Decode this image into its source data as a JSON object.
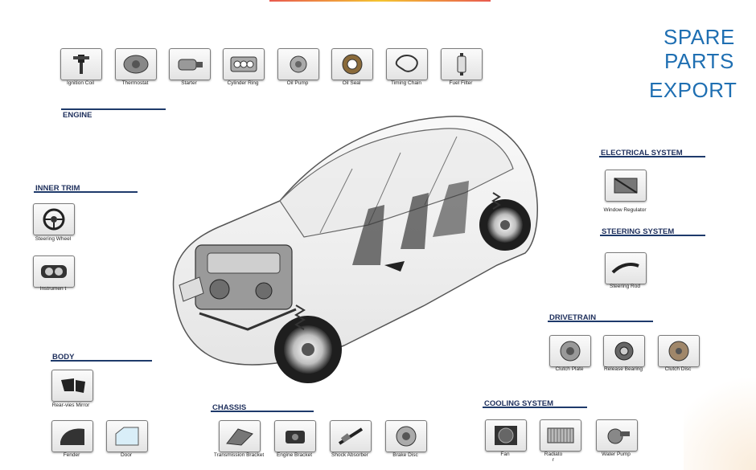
{
  "title": {
    "line1": "SPARE",
    "line2": "PARTS",
    "line3": "EXPORT"
  },
  "colors": {
    "title": "#1f6fb2",
    "section": "#1e2f5c",
    "rule": "#1e3a6b"
  },
  "sections": {
    "engine": "ENGINE",
    "inner_trim": "INNER TRIM",
    "body": "BODY",
    "chassis": "CHASSIS",
    "cooling": "COOLING SYSTEM",
    "drivetrain": "DRIVETRAIN",
    "steering": "STEERING SYSTEM",
    "electrical": "ELECTRICAL SYSTEM"
  },
  "engine_parts": [
    {
      "label": "Ignition Coil",
      "icon": "ignition-coil-icon"
    },
    {
      "label": "Thermostat",
      "icon": "thermostat-icon"
    },
    {
      "label": "Starter",
      "icon": "starter-icon"
    },
    {
      "label": "Cylinder Ring",
      "icon": "cylinder-ring-icon"
    },
    {
      "label": "Oil Pump",
      "icon": "oil-pump-icon"
    },
    {
      "label": "Oil Seal",
      "icon": "oil-seal-icon"
    },
    {
      "label": "Timing Chain",
      "icon": "timing-chain-icon"
    },
    {
      "label": "Fuel Filter",
      "icon": "fuel-filter-icon"
    }
  ],
  "inner_trim_parts": [
    {
      "label": "Steering Wheel",
      "icon": "steering-wheel-icon"
    },
    {
      "label": "Instrumen t",
      "icon": "instrument-icon"
    }
  ],
  "body_parts": [
    {
      "label": "Rear-vies Mirror",
      "icon": "mirror-icon"
    },
    {
      "label": "Fender",
      "icon": "fender-icon"
    },
    {
      "label": "Door",
      "icon": "door-icon"
    }
  ],
  "chassis_parts": [
    {
      "label": "Transmission Bracket",
      "icon": "transmission-bracket-icon"
    },
    {
      "label": "Engine Bracket",
      "icon": "engine-bracket-icon"
    },
    {
      "label": "Shock Absorber",
      "icon": "shock-absorber-icon"
    },
    {
      "label": "Brake Disc",
      "icon": "brake-disc-icon"
    }
  ],
  "cooling_parts": [
    {
      "label": "Fan",
      "icon": "fan-icon"
    },
    {
      "label": "Radiato r",
      "icon": "radiator-icon"
    },
    {
      "label": "Water Pump",
      "icon": "water-pump-icon"
    }
  ],
  "drivetrain_parts": [
    {
      "label": "Clutch Plate",
      "icon": "clutch-plate-icon"
    },
    {
      "label": "Release Bearing",
      "icon": "release-bearing-icon"
    },
    {
      "label": "Clutch Disc",
      "icon": "clutch-disc-icon"
    }
  ],
  "steering_parts": [
    {
      "label": "Steering Rod",
      "icon": "steering-rod-icon"
    }
  ],
  "electrical_parts": [
    {
      "label": "Window Regulator",
      "icon": "window-regulator-icon"
    }
  ]
}
